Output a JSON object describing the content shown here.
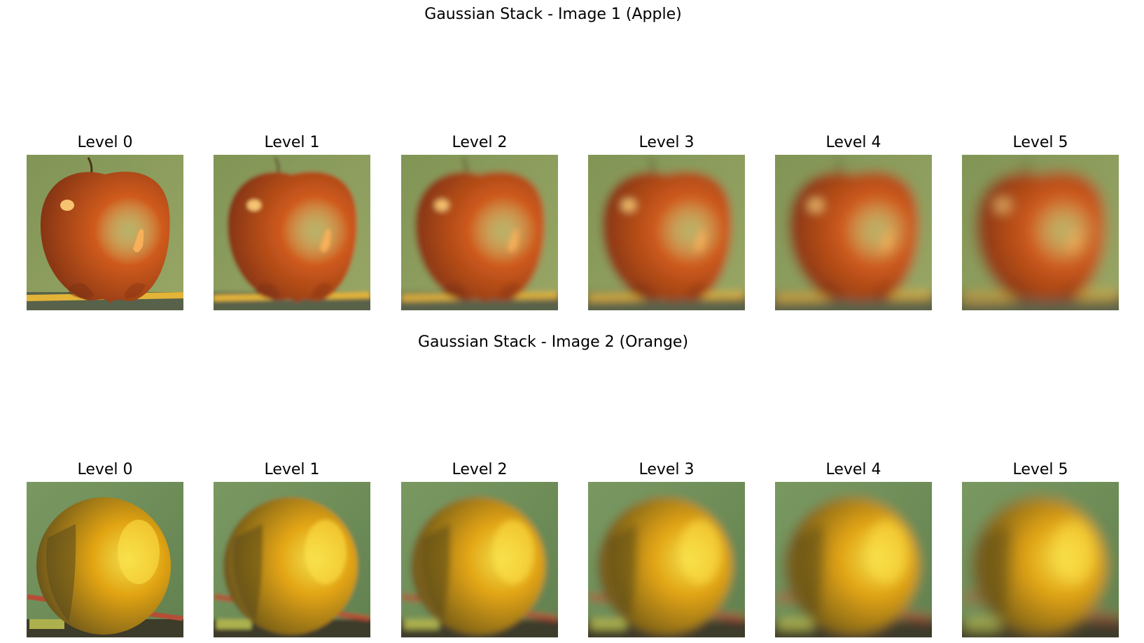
{
  "figures": [
    {
      "title": "Gaussian Stack - Image 1 (Apple)",
      "subject": "apple",
      "panel_titles": [
        "Level 0",
        "Level 1",
        "Level 2",
        "Level 3",
        "Level 4",
        "Level 5"
      ],
      "colors": {
        "background": "#7f9355",
        "fruit": "#cf5a1c",
        "fruit_dark": "#7a2f12",
        "highlight": "#ffd27a",
        "table": "#58624a",
        "pencil": "#e3b437"
      }
    },
    {
      "title": "Gaussian Stack - Image 2 (Orange)",
      "subject": "orange",
      "panel_titles": [
        "Level 0",
        "Level 1",
        "Level 2",
        "Level 3",
        "Level 4",
        "Level 5"
      ],
      "colors": {
        "background": "#7c9b63",
        "fruit": "#e2a412",
        "fruit_dark": "#5a4a1c",
        "highlight": "#ffe54a",
        "table": "#3d3b2a",
        "pencil": "#b54e36"
      }
    }
  ],
  "blur_levels": [
    0,
    1,
    2,
    3,
    4,
    5
  ]
}
